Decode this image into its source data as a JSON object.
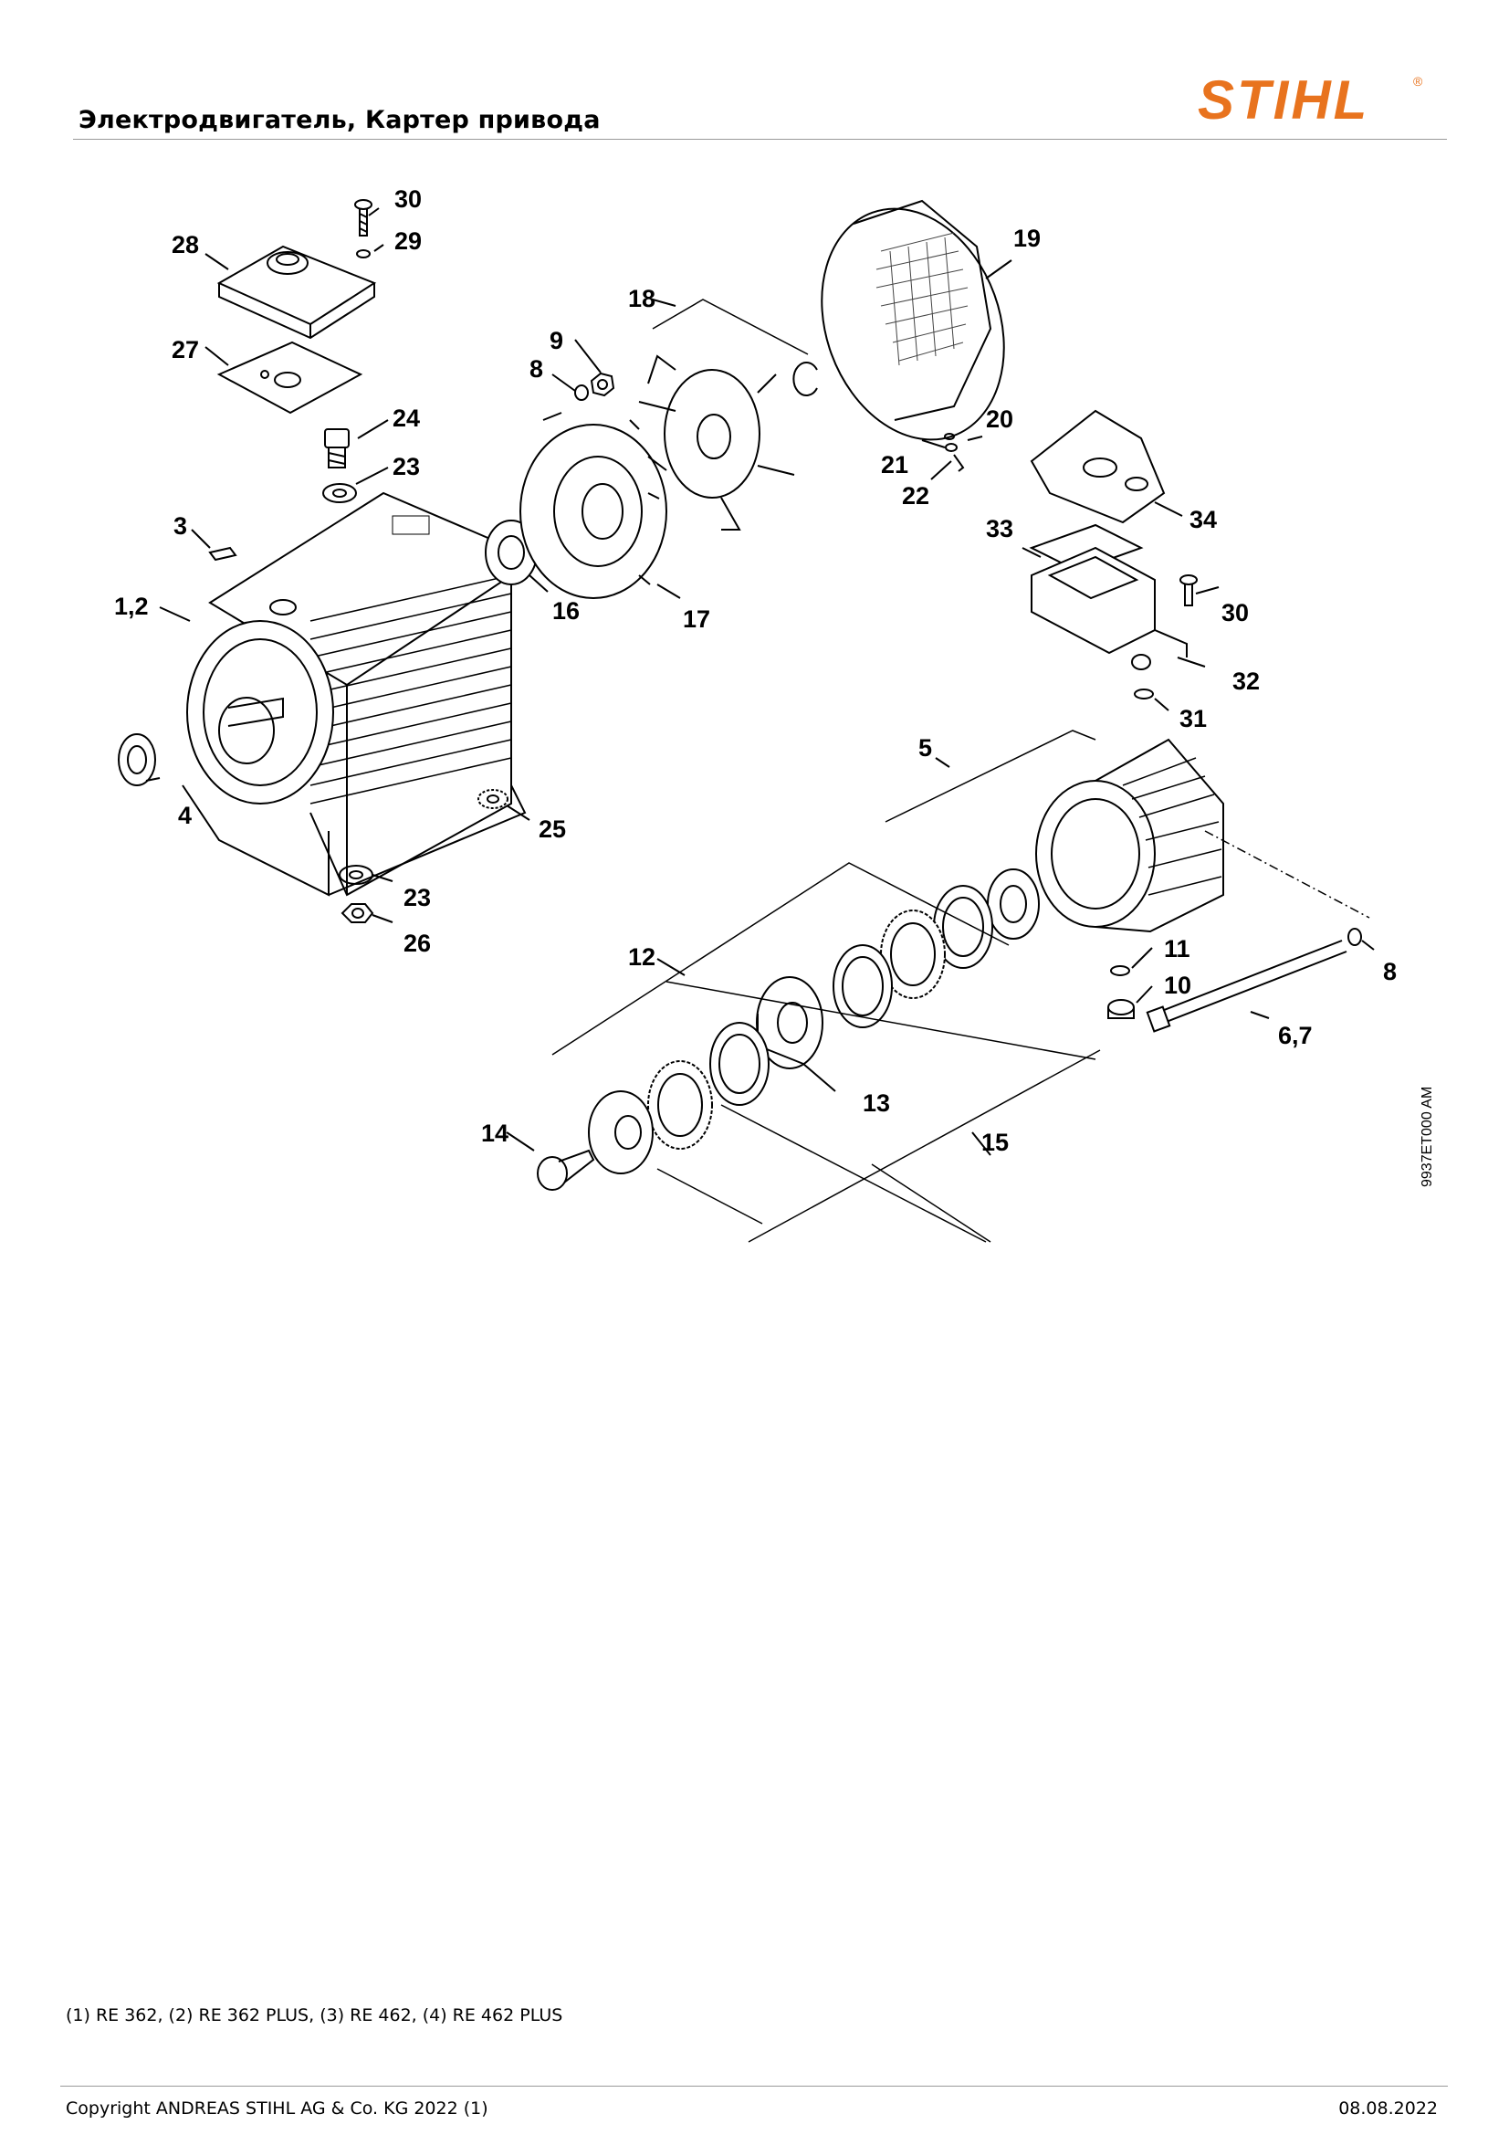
{
  "header": {
    "title": "Электродвигатель, Картер привода",
    "logo_text": "STIHL",
    "logo_mark": "®",
    "brand_color": "#e8731e"
  },
  "diagram": {
    "code": "9937ET000 AM",
    "callouts": [
      "30",
      "29",
      "28",
      "27",
      "24",
      "23",
      "3",
      "1,2",
      "4",
      "25",
      "23",
      "26",
      "9",
      "8",
      "18",
      "16",
      "17",
      "19",
      "20",
      "21",
      "22",
      "34",
      "33",
      "30",
      "32",
      "31",
      "5",
      "11",
      "8",
      "10",
      "6,7",
      "12",
      "13",
      "15",
      "14"
    ]
  },
  "footer": {
    "models_note": "(1) RE 362, (2) RE 362 PLUS, (3) RE 462, (4) RE 462 PLUS",
    "copyright": "Copyright ANDREAS STIHL AG & Co. KG 2022 (1)",
    "date": "08.08.2022"
  }
}
